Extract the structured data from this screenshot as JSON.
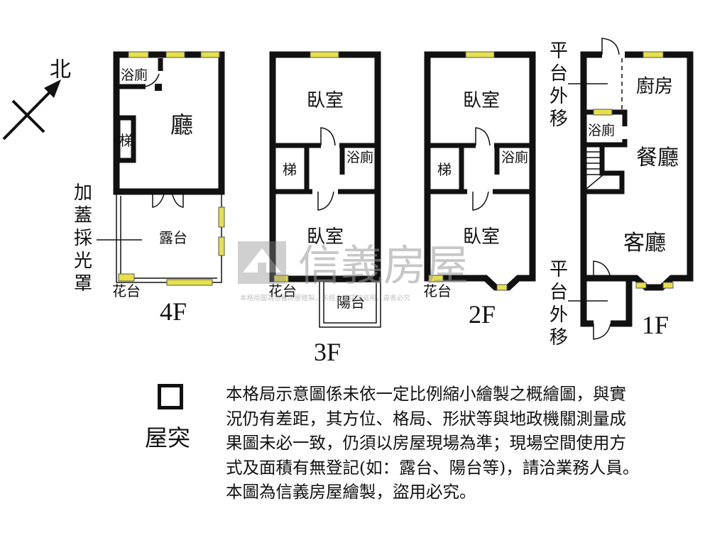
{
  "compass": {
    "label": "北"
  },
  "floors": {
    "f4": {
      "label": "4F",
      "rooms": {
        "bath": "浴廁",
        "hall": "廳",
        "stairs": "梯",
        "terrace": "露台",
        "planter": "花台"
      },
      "note": [
        "加",
        "蓋",
        "採",
        "光",
        "罩"
      ]
    },
    "f3": {
      "label": "3F",
      "rooms": {
        "bedroom_top": "臥室",
        "stairs": "梯",
        "bath": "浴廁",
        "bedroom_bottom": "臥室",
        "planter": "花台",
        "balcony": "陽台"
      }
    },
    "f2": {
      "label": "2F",
      "rooms": {
        "bedroom_top": "臥室",
        "stairs": "梯",
        "bath": "浴廁",
        "bedroom_bottom": "臥室",
        "planter": "花台"
      }
    },
    "f1": {
      "label": "1F",
      "rooms": {
        "kitchen": "廚房",
        "bath": "浴廁",
        "dining": "餐廳",
        "living": "客廳"
      },
      "note_top": [
        "平",
        "台",
        "外",
        "移"
      ],
      "note_bottom": [
        "平",
        "台",
        "外",
        "移"
      ]
    }
  },
  "watermark": {
    "brand": "信義房屋",
    "notice": "本格局圖為信義房屋繪製，未經允許請勿盜用，違者必究"
  },
  "legend": {
    "label": "屋突"
  },
  "disclaimer": [
    "本格局示意圖係未依一定比例縮小繪製之概繪圖，與實",
    "況仍有差距，其方位、格局、形狀等與地政機關測量成",
    "果圖未必一致，仍須以房屋現場為準；現場空間使用方",
    "式及面積有無登記(如：露台、陽台等)，請洽業務人員。",
    "本圖為信義房屋繪製，盜用必究。"
  ]
}
